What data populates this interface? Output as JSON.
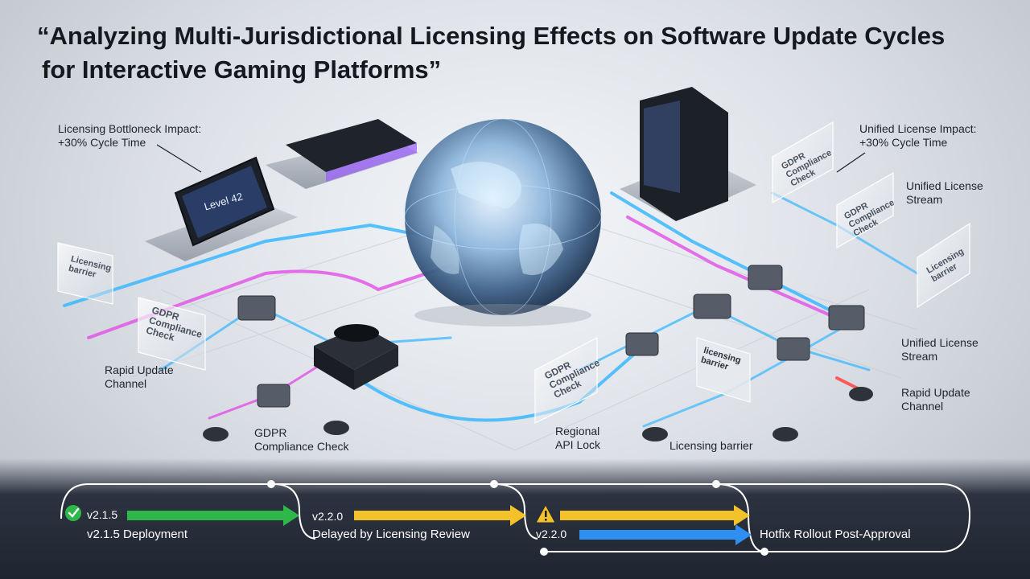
{
  "title": {
    "line1": "“Analyzing Multi-Jurisdictional Licensing Effects on Software Update Cycles",
    "line2": "for Interactive Gaming Platforms”"
  },
  "callouts": {
    "left": {
      "line1": "Licensing Bottloneck Impact:",
      "line2": "+30% Cycle Time"
    },
    "right": {
      "line1": "Unified License Impact:",
      "line2": "+30% Cycle Time"
    }
  },
  "labels": {
    "unified_stream_top": {
      "line1": "Unified License",
      "line2": "Stream"
    },
    "unified_stream_mid": {
      "line1": "Unified License",
      "line2": "Stream"
    },
    "rapid_left": {
      "line1": "Rapid Update",
      "line2": "Channel"
    },
    "rapid_right": {
      "line1": "Rapid Update",
      "line2": "Channel"
    },
    "gdpr_bottom": {
      "line1": "GDPR",
      "line2": "Compliance Check"
    },
    "regional_api": {
      "line1": "Regional",
      "line2": "API Lock"
    },
    "licensing_barrier_bottom": "Licensing barrier"
  },
  "panels": {
    "left_barrier": {
      "line1": "Licensing",
      "line2": "barrier"
    },
    "left_gdpr": {
      "line1": "GDPR",
      "line2": "Compliance",
      "line3": "Check"
    },
    "center_gdpr": {
      "line1": "GDPR",
      "line2": "Compliance",
      "line3": "Check"
    },
    "right_gdpr_top": {
      "line1": "GDPR",
      "line2": "Compliance",
      "line3": "Check"
    },
    "right_gdpr_mid": {
      "line1": "GDPR",
      "line2": "Compliance",
      "line3": "Check"
    },
    "right_barrier_center": {
      "line1": "licensing",
      "line2": "barrier"
    },
    "right_barrier_edge": {
      "line1": "Licensing",
      "line2": "barrier"
    }
  },
  "devices": {
    "tablet_screen": "Level 42"
  },
  "timeline": {
    "stages": [
      {
        "version": "v2.1.5",
        "label": "v2.1.5 Deployment",
        "status": "ok",
        "icon": "check-icon",
        "color": "#2fb84a"
      },
      {
        "version": "v2.2.0",
        "label": "Delayed by Licensing Review",
        "status": "delayed",
        "color": "#f3c22b"
      },
      {
        "version": "v2.2.0",
        "label": "",
        "status": "warning",
        "icon": "warning-icon",
        "color": "#f3c22b"
      },
      {
        "version": "",
        "label": "Hotfix Rollout Post-Approval",
        "status": "hotfix",
        "color": "#2e8ff0"
      }
    ]
  },
  "colors": {
    "stream_blue": "#39b7ff",
    "stream_magenta": "#e24fe6",
    "stream_red": "#ff4a4a",
    "ok_green": "#2fb84a",
    "delay_yellow": "#f3c22b",
    "hotfix_blue": "#2e8ff0"
  }
}
